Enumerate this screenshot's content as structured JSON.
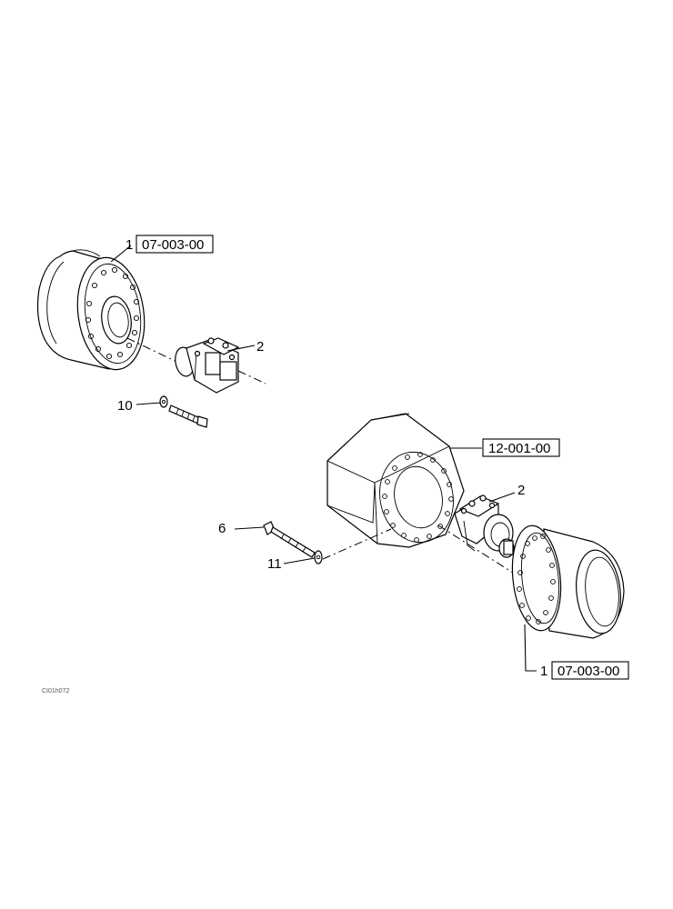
{
  "callouts": {
    "top_drive_item": "1",
    "top_drive_ref": "07-003-00",
    "top_motor_item": "2",
    "top_bolt_item": "10",
    "frame_ref": "12-001-00",
    "lower_motor_item": "2",
    "lower_bolt_item": "6",
    "lower_washer_item": "11",
    "lower_drive_item": "1",
    "lower_drive_ref": "07-003-00"
  },
  "figure_code": "CI01h072"
}
